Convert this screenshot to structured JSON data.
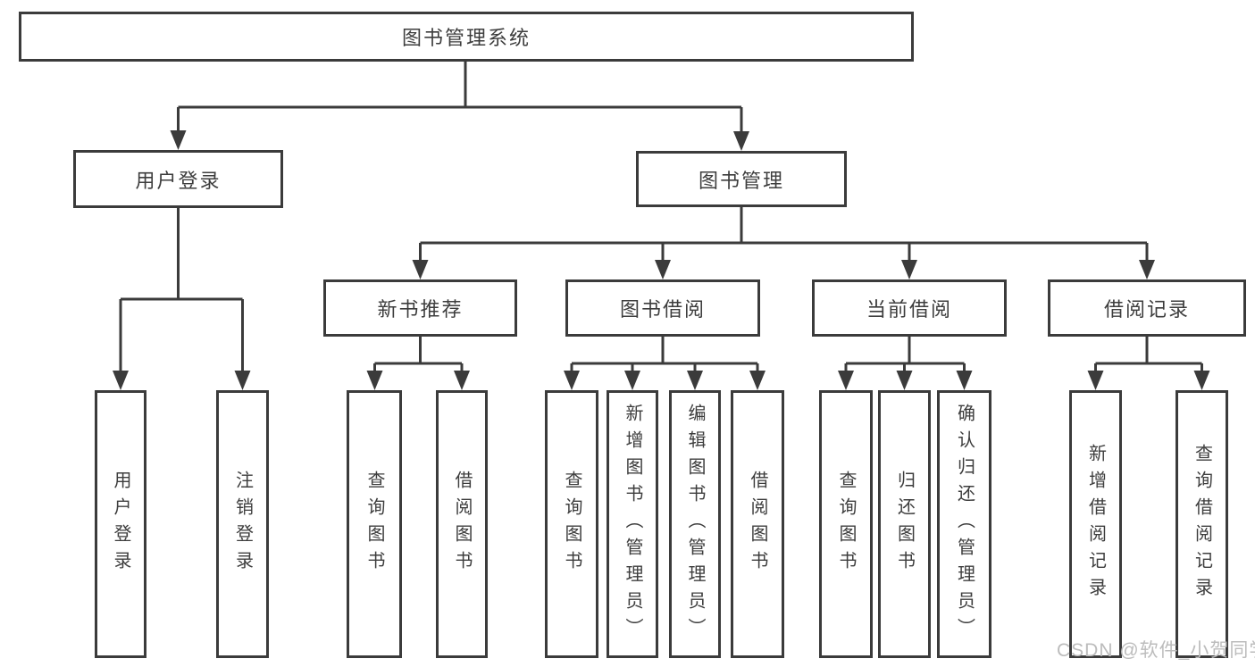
{
  "diagram": {
    "type": "tree",
    "title": "图书管理系统",
    "watermark": "CSDN @软件_小贺同学",
    "colors": {
      "line": "#3b3b3b",
      "box_border": "#3b3b3b",
      "text": "#3d3d3d",
      "watermark": "#bcbcbc",
      "background": "#ffffff"
    },
    "root": {
      "label": "图书管理系统",
      "children": [
        {
          "label": "用户登录",
          "children": [
            {
              "label": "用户登录"
            },
            {
              "label": "注销登录"
            }
          ]
        },
        {
          "label": "图书管理",
          "children": [
            {
              "label": "新书推荐",
              "children": [
                {
                  "label": "查询图书"
                },
                {
                  "label": "借阅图书"
                }
              ]
            },
            {
              "label": "图书借阅",
              "children": [
                {
                  "label": "查询图书"
                },
                {
                  "label": "新增图书（管理员）"
                },
                {
                  "label": "编辑图书（管理员）"
                },
                {
                  "label": "借阅图书"
                }
              ]
            },
            {
              "label": "当前借阅",
              "children": [
                {
                  "label": "查询图书"
                },
                {
                  "label": "归还图书"
                },
                {
                  "label": "确认归还（管理员）"
                }
              ]
            },
            {
              "label": "借阅记录",
              "children": [
                {
                  "label": "新增借阅记录"
                },
                {
                  "label": "查询借阅记录"
                }
              ]
            }
          ]
        }
      ]
    }
  }
}
